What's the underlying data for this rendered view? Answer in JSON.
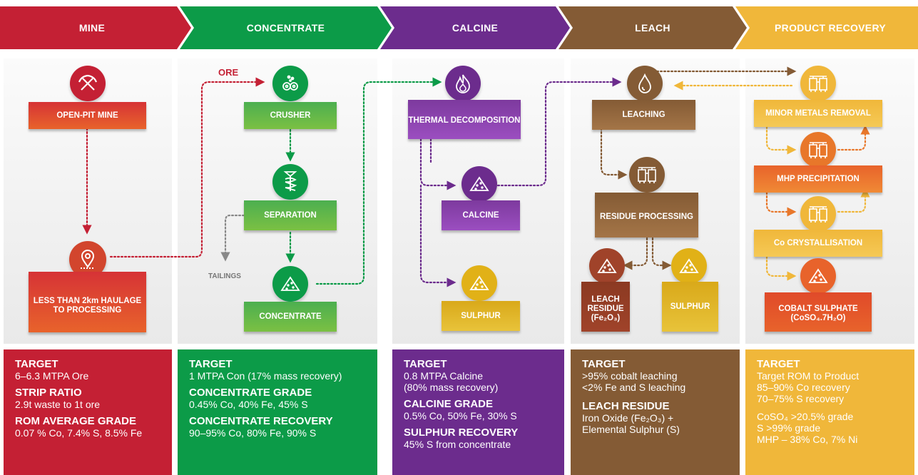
{
  "colors": {
    "mine": "#c42034",
    "concentrate": "#0c9b48",
    "calcine": "#6c2c8d",
    "leach": "#845b35",
    "product": "#f0b73a",
    "sulphur": "#e1b117",
    "grey": "#888888"
  },
  "stages": [
    {
      "label": "MINE"
    },
    {
      "label": "CONCENTRATE"
    },
    {
      "label": "CALCINE"
    },
    {
      "label": "LEACH"
    },
    {
      "label": "PRODUCT RECOVERY"
    }
  ],
  "mine": {
    "open_pit": "OPEN-PIT MINE",
    "haulage": "LESS THAN 2km HAULAGE TO PROCESSING",
    "icons": [
      "pickaxe-icon",
      "location-pin-icon"
    ]
  },
  "concentrate": {
    "ore": "ORE",
    "crusher": "CRUSHER",
    "separation": "SEPARATION",
    "tailings": "TAILINGS",
    "concentrate": "CONCENTRATE"
  },
  "calcine": {
    "thermal": "THERMAL DECOMPOSITION",
    "calcine": "CALCINE",
    "sulphur": "SULPHUR"
  },
  "leach": {
    "leaching": "LEACHING",
    "residue_processing": "RESIDUE PROCESSING",
    "leach_residue": "LEACH RESIDUE",
    "leach_residue_formula": "(Fe₂O₃)",
    "sulphur": "SULPHUR"
  },
  "product": {
    "minor_metals": "MINOR METALS REMOVAL",
    "mhp": "MHP PRECIPITATION",
    "co_cryst": "Co CRYSTALLISATION",
    "cobalt_sulphate": "COBALT SULPHATE",
    "cobalt_sulphate_formula": "(CoSO₄.7H₂O)"
  },
  "stats": {
    "mine": [
      {
        "h": "TARGET",
        "lines": [
          "6–6.3 MTPA Ore"
        ]
      },
      {
        "h": "STRIP RATIO",
        "lines": [
          "2.9t waste to 1t ore"
        ]
      },
      {
        "h": "ROM AVERAGE GRADE",
        "lines": [
          "0.07 % Co, 7.4% S, 8.5% Fe"
        ]
      }
    ],
    "concentrate": [
      {
        "h": "TARGET",
        "lines": [
          "1 MTPA Con (17% mass recovery)"
        ]
      },
      {
        "h": "CONCENTRATE GRADE",
        "lines": [
          "0.45% Co, 40% Fe, 45% S"
        ]
      },
      {
        "h": "CONCENTRATE RECOVERY",
        "lines": [
          "90–95% Co, 80% Fe, 90% S"
        ]
      }
    ],
    "calcine": [
      {
        "h": "TARGET",
        "lines": [
          "0.8 MTPA Calcine",
          "(80% mass recovery)"
        ]
      },
      {
        "h": "CALCINE GRADE",
        "lines": [
          "0.5% Co, 50% Fe, 30% S"
        ]
      },
      {
        "h": "SULPHUR RECOVERY",
        "lines": [
          "45% S from concentrate"
        ]
      }
    ],
    "leach": [
      {
        "h": "TARGET",
        "lines": [
          ">95% cobalt leaching",
          "<2% Fe and S leaching"
        ]
      },
      {
        "h": "LEACH RESIDUE",
        "lines": [
          "Iron Oxide (Fe₂O₃) +",
          "Elemental Sulphur (S)"
        ]
      }
    ],
    "product": [
      {
        "h": "TARGET",
        "lines": [
          "Target ROM to Product",
          "85–90% Co recovery",
          "70–75% S recovery"
        ]
      },
      {
        "h": "",
        "lines": [
          "CoSO₄ >20.5% grade",
          "S >99% grade",
          "MHP – 38% Co, 7% Ni"
        ]
      }
    ]
  }
}
